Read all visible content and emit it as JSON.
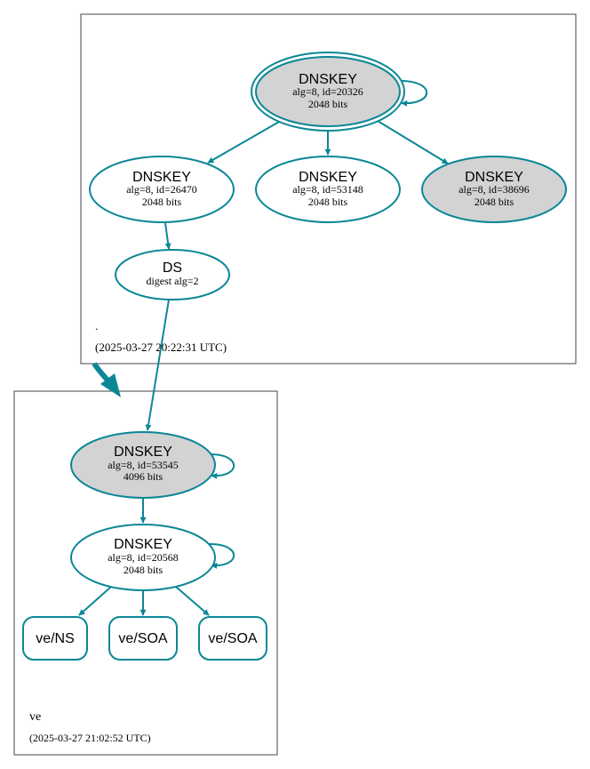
{
  "colors": {
    "edge": "#0a8796",
    "node_fill_gray": "#d3d3d3",
    "node_fill_white": "#ffffff",
    "zone_border": "#444444"
  },
  "zones": {
    "root": {
      "name": ".",
      "timestamp": "(2025-03-27 20:22:31 UTC)"
    },
    "ve": {
      "name": "ve",
      "timestamp": "(2025-03-27 21:02:52 UTC)"
    }
  },
  "nodes": {
    "root_ksk": {
      "title": "DNSKEY",
      "line1": "alg=8, id=20326",
      "line2": "2048 bits"
    },
    "root_zsk1": {
      "title": "DNSKEY",
      "line1": "alg=8, id=26470",
      "line2": "2048 bits"
    },
    "root_zsk2": {
      "title": "DNSKEY",
      "line1": "alg=8, id=53148",
      "line2": "2048 bits"
    },
    "root_ksk2": {
      "title": "DNSKEY",
      "line1": "alg=8, id=38696",
      "line2": "2048 bits"
    },
    "ds": {
      "title": "DS",
      "line1": "digest alg=2"
    },
    "ve_ksk": {
      "title": "DNSKEY",
      "line1": "alg=8, id=53545",
      "line2": "4096 bits"
    },
    "ve_zsk": {
      "title": "DNSKEY",
      "line1": "alg=8, id=20568",
      "line2": "2048 bits"
    },
    "ve_ns": {
      "title": "ve/NS"
    },
    "ve_soa1": {
      "title": "ve/SOA"
    },
    "ve_soa2": {
      "title": "ve/SOA"
    }
  }
}
